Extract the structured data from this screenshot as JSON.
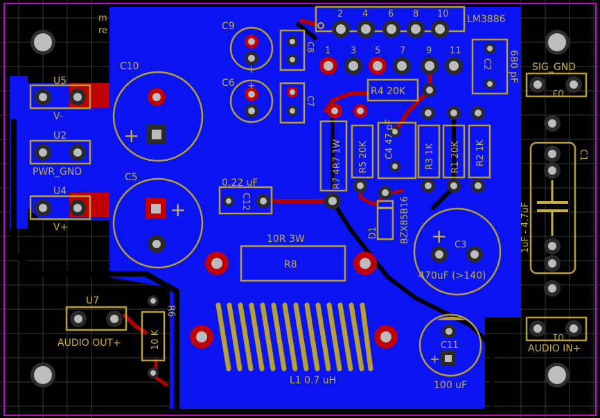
{
  "board": {
    "pour_color": "#0a14f0",
    "silk_color": "#c8b040",
    "copper_color": "#c00000",
    "edge_color": "#cc00cc",
    "corner_text": [
      "m",
      "re"
    ]
  },
  "labels": {
    "lm3886": "LM3886",
    "pins_top": [
      "2",
      "4",
      "6",
      "8",
      "10"
    ],
    "pins_bottom": [
      "1",
      "3",
      "5",
      "7",
      "9",
      "11"
    ],
    "c9": "C9",
    "c8": "C8",
    "c6": "C6",
    "c7": "C7",
    "c10": "C10",
    "c5": "C5",
    "c2": "C2",
    "c2_val": "680 pF",
    "r4": "R4  20K",
    "r7": "R7 4R7 1W",
    "r5": "R5 20K",
    "c4": "C4 47 pF",
    "r3": "R3  1K",
    "r1": "R1 20K",
    "r2": "R2 1K",
    "c12": "C12",
    "c12_val": "0.22 uF",
    "d1": "D1",
    "d1_val": "BZX85B16",
    "c3": "C3",
    "c3_val": "470uF (>140)",
    "c1": "C1",
    "c1_val": "1uF - 4.7uF",
    "r8_val": "10R  3W",
    "r8": "R8",
    "u5": "U5",
    "u5_sub": "V-",
    "u2": "U2",
    "u2_sub": "PWR_GND",
    "u4": "U4",
    "u4_sub": "V+",
    "u3": "U3",
    "u3_sub": "SIG_GND",
    "u7": "U7",
    "u7_sub": "AUDIO OUT+",
    "u1": "U1",
    "u1_sub": "AUDIO IN+",
    "r6": "R6",
    "r6_val": "10 K",
    "l1": "L1  0.7 uH",
    "c11": "C11",
    "c11_val": "100 uF",
    "plus": "+"
  }
}
